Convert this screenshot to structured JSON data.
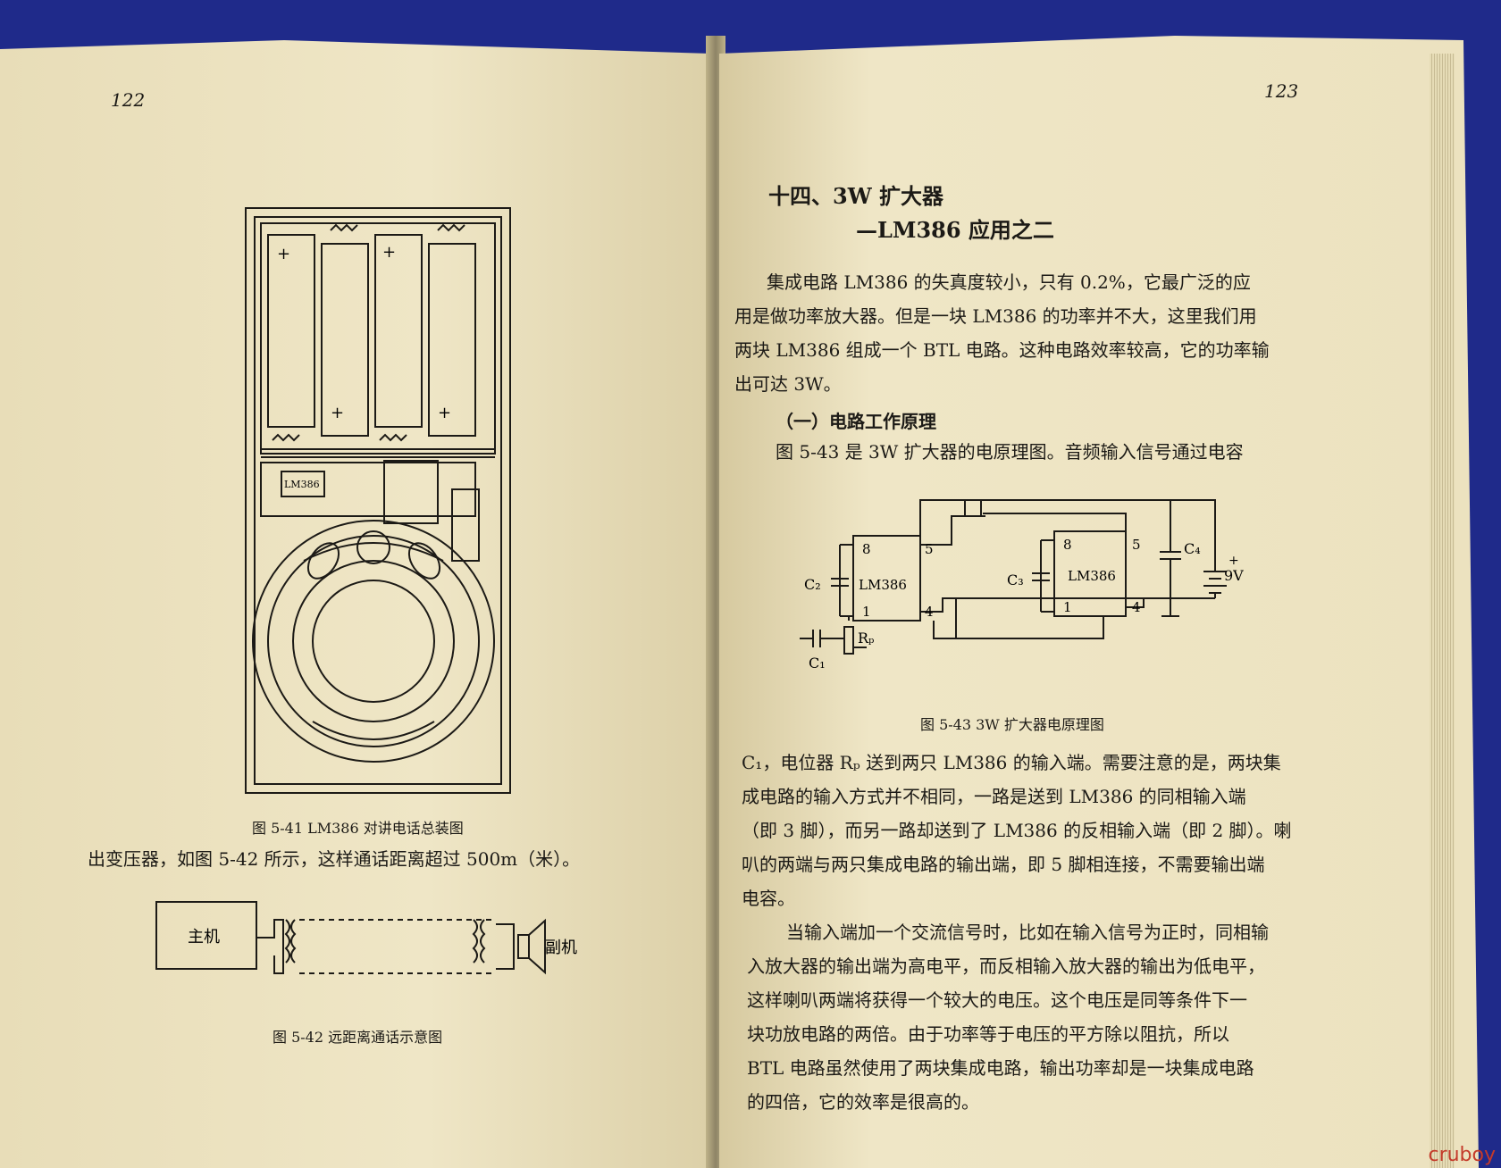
{
  "left_page": {
    "page_number": "122",
    "figure_41": {
      "caption": "图 5-41   LM386 对讲电话总装图",
      "chip_label": "LM386",
      "plus": "+"
    },
    "paragraph": "出变压器，如图 5-42 所示，这样通话距离超过 500m（米）。",
    "figure_42": {
      "caption": "图 5-42   远距离通话示意图",
      "main_label": "主机",
      "sub_label": "副机"
    }
  },
  "right_page": {
    "page_number": "123",
    "title": "十四、3W 扩大器",
    "subtitle": "—LM386 应用之二",
    "intro_lines": [
      "集成电路 LM386 的失真度较小，只有 0.2%，它最广泛的应",
      "用是做功率放大器。但是一块 LM386 的功率并不大，这里我们用",
      "两块 LM386 组成一个 BTL 电路。这种电路效率较高，它的功率输",
      "出可达 3W。"
    ],
    "section_heading": "（一）电路工作原理",
    "section_first_line": "图 5-43 是 3W 扩大器的电原理图。音频输入信号通过电容",
    "figure_43": {
      "caption": "图 5-43   3W 扩大器电原理图",
      "ic_label": "LM386",
      "pin_8": "8",
      "pin_5": "5",
      "pin_1": "1",
      "pin_4": "4",
      "c1": "C₁",
      "c2": "C₂",
      "c3": "C₃",
      "c4": "C₄",
      "rp": "Rₚ",
      "supply": "9V",
      "plus": "+"
    },
    "body_lines": [
      "C₁，电位器 Rₚ 送到两只 LM386 的输入端。需要注意的是，两块集",
      "成电路的输入方式并不相同，一路是送到 LM386 的同相输入端",
      "（即 3 脚），而另一路却送到了 LM386 的反相输入端（即 2 脚）。喇",
      "叭的两端与两只集成电路的输出端，即 5 脚相连接，不需要输出端",
      "电容。",
      "当输入端加一个交流信号时，比如在输入信号为正时，同相输",
      "入放大器的输出端为高电平，而反相输入放大器的输出为低电平，",
      "这样喇叭两端将获得一个较大的电压。这个电压是同等条件下一",
      "块功放电路的两倍。由于功率等于电压的平方除以阻抗，所以",
      "BTL 电路虽然使用了两块集成电路，输出功率却是一块集成电路",
      "的四倍，它的效率是很高的。"
    ]
  },
  "watermark": "cruboy",
  "colors": {
    "background": "#1f2a8a",
    "paper": "#ede3c1",
    "ink": "#1c1a16",
    "watermark": "#c43a2a"
  }
}
